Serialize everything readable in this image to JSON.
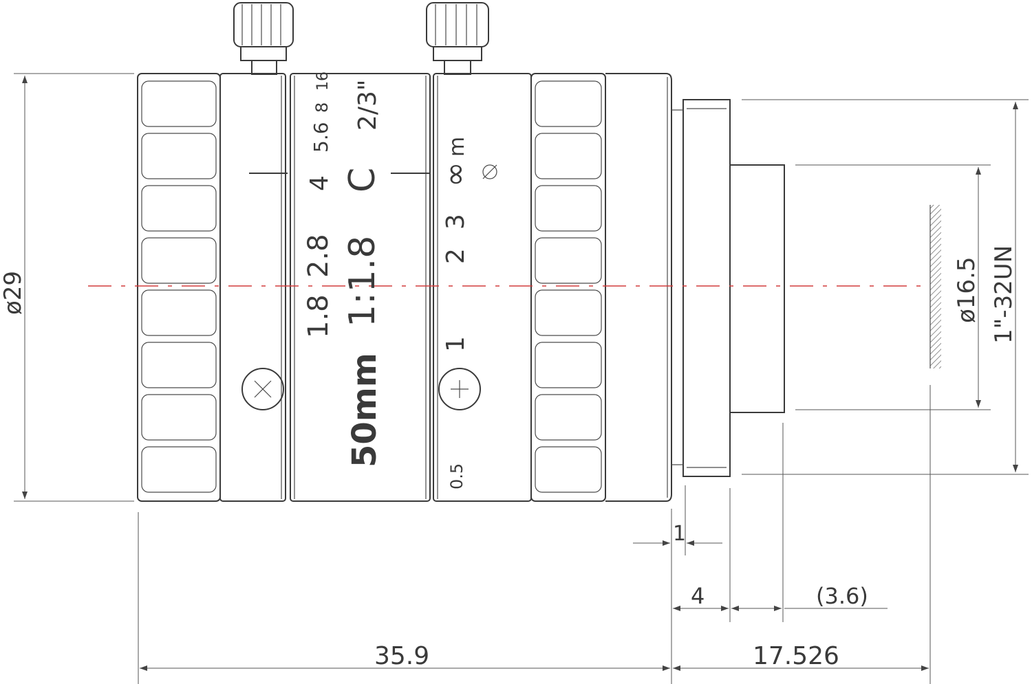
{
  "colors": {
    "line": "#3a3a3a",
    "axis": "#d23b3b",
    "background": "#ffffff"
  },
  "dimensions": {
    "outer_diameter": "ø29",
    "mount_diameter": "ø16.5",
    "thread": "1\"-32UN",
    "flange": "1",
    "mount_length": "4",
    "back_focus": "(3.6)",
    "body_length": "35.9",
    "flange_back": "17.526"
  },
  "markings": {
    "aperture_scale": [
      "1.8",
      "2.8",
      "4",
      "5.6",
      "8",
      "16"
    ],
    "aperture_ratio": "1:1.8",
    "mount_type": "C",
    "sensor_format": "2/3\"",
    "focal_length": "50mm",
    "focus_scale": [
      "0.5",
      "1",
      "2",
      "3",
      "∞"
    ],
    "focus_unit": "m"
  },
  "icons": [
    "aperture-lock-screw-icon",
    "focus-lock-screw-icon"
  ]
}
